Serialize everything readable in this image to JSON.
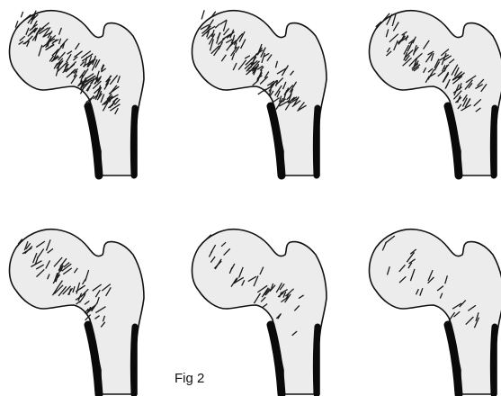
{
  "caption": "Fig 2",
  "panels": [
    {
      "id": "femur-1",
      "trabecular_density": 1.0
    },
    {
      "id": "femur-2",
      "trabecular_density": 0.8
    },
    {
      "id": "femur-3",
      "trabecular_density": 0.6
    },
    {
      "id": "femur-4",
      "trabecular_density": 0.45
    },
    {
      "id": "femur-5",
      "trabecular_density": 0.3
    },
    {
      "id": "femur-6",
      "trabecular_density": 0.18
    }
  ],
  "colors": {
    "outline": "#111111",
    "cortex": "#0a0a0a",
    "fill": "#ececec",
    "trabeculae": "#1a1a1a"
  }
}
